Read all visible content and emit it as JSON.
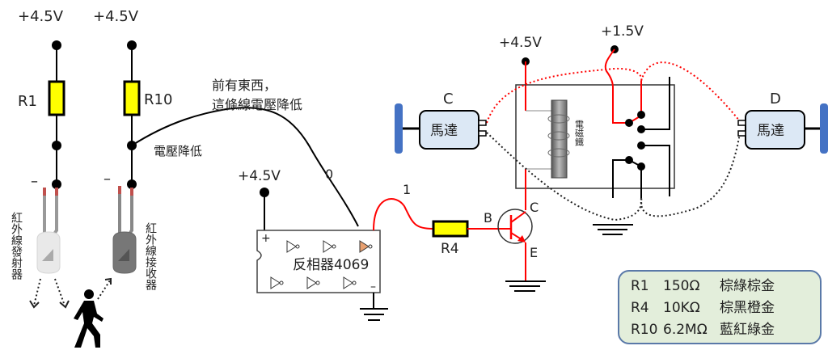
{
  "supply": {
    "v_r1": "+4.5V",
    "v_r10": "+4.5V",
    "v_inverter": "+4.5V",
    "v_coil": "+4.5V",
    "v_motor": "+1.5V"
  },
  "resistors": {
    "r1_label": "R1",
    "r10_label": "R10",
    "r4_label": "R4"
  },
  "sensors": {
    "emitter_label": "紅外線發射器",
    "receiver_label": "紅外線接收器",
    "minus_left": "–",
    "minus_right": "–"
  },
  "annotations": {
    "voltage_drop": "電壓降低",
    "object_note_line1": "前有東西，",
    "object_note_line2": "這條線電壓降低",
    "logic_in": "0",
    "logic_out": "1"
  },
  "inverter": {
    "label": "反相器4069",
    "plus": "+",
    "minus": "–"
  },
  "transistor": {
    "base": "B",
    "collector": "C",
    "emitter": "E"
  },
  "relay": {
    "coil_label": "電磁鐵"
  },
  "motors": [
    {
      "id": "C",
      "label": "馬達"
    },
    {
      "id": "D",
      "label": "馬達"
    }
  ],
  "legend": {
    "rows": [
      {
        "id": "R1",
        "value": "150Ω",
        "bands": "棕綠棕金"
      },
      {
        "id": "R4",
        "value": "10KΩ",
        "bands": "棕黑橙金"
      },
      {
        "id": "R10",
        "value": "6.2MΩ",
        "bands": "藍紅綠金"
      }
    ]
  },
  "colors": {
    "resistor_fill": "#ffff00",
    "active_wire": "#ff0000",
    "motor_fill": "#dce8f5",
    "shaft_blue": "#4472c4",
    "legend_fill": "#e3eedb",
    "legend_border": "#5a79a8",
    "active_gate": "#e8a070"
  }
}
